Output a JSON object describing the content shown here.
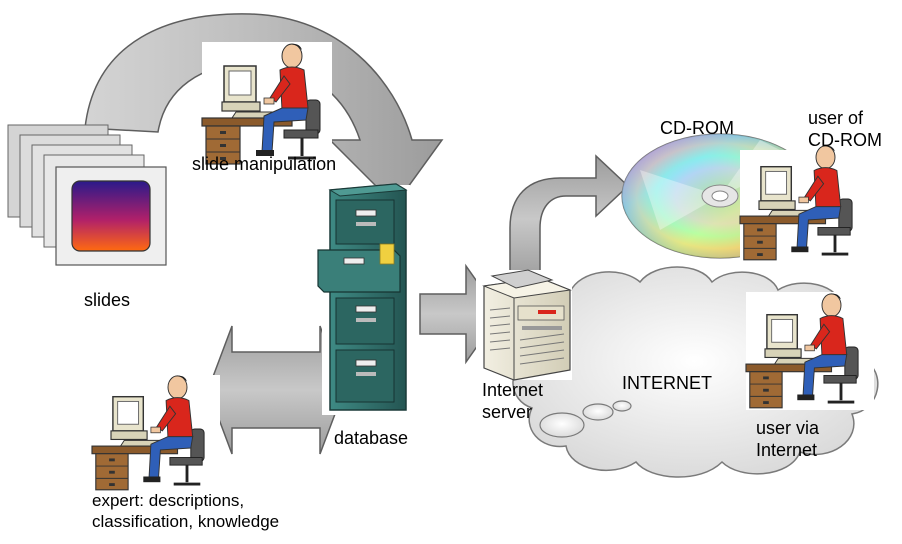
{
  "labels": {
    "slide_manipulation": "slide manipulation",
    "slides": "slides",
    "database": "database",
    "expert_line1": "expert: descriptions,",
    "expert_line2": "classification, knowledge",
    "internet_server_line1": "Internet",
    "internet_server_line2": "server",
    "cdrom": "CD-ROM",
    "user_cdrom_line1": "user of",
    "user_cdrom_line2": "CD-ROM",
    "internet": "INTERNET",
    "user_internet_line1": "user via",
    "user_internet_line2": "Internet"
  },
  "icons": {
    "workstation": "person-at-computer-icon",
    "slides": "slide-stack-icon",
    "database": "filing-cabinet-icon",
    "server": "server-icon",
    "cdrom": "cd-rom-icon",
    "internet": "cloud-icon"
  },
  "colors": {
    "arrow_fill": "#b8b8b8",
    "arrow_stroke": "#6a6a6a",
    "cabinet": "#2f6f6a",
    "shirt": "#d9261c",
    "cloud": "#e4e4e4"
  }
}
